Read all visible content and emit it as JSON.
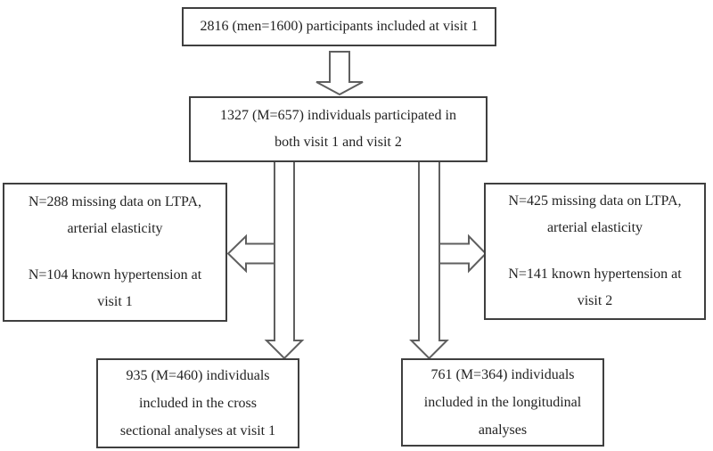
{
  "colors": {
    "box_border": "#3f3f3f",
    "arrow_stroke": "#5f5f5f",
    "text": "#222222",
    "background": "#ffffff"
  },
  "boxes": {
    "visit1": {
      "lines": [
        "2816 (men=1600) participants included at visit 1"
      ]
    },
    "both_visits": {
      "lines": [
        "1327 (M=657) individuals participated in",
        "both visit 1 and visit 2"
      ]
    },
    "excluded_visit1": {
      "paragraphs": [
        [
          "N=288 missing data on LTPA,",
          "arterial elasticity"
        ],
        [
          "N=104 known hypertension at",
          "visit 1"
        ]
      ]
    },
    "excluded_visit2": {
      "paragraphs": [
        [
          "N=425 missing data on LTPA,",
          "arterial elasticity"
        ],
        [
          "N=141 known hypertension at",
          "visit 2"
        ]
      ]
    },
    "cross_sectional": {
      "lines": [
        "935 (M=460) individuals",
        "included in the cross",
        "sectional analyses at visit 1"
      ]
    },
    "longitudinal": {
      "lines": [
        "761 (M=364) individuals",
        "included in the longitudinal",
        "analyses"
      ]
    }
  }
}
